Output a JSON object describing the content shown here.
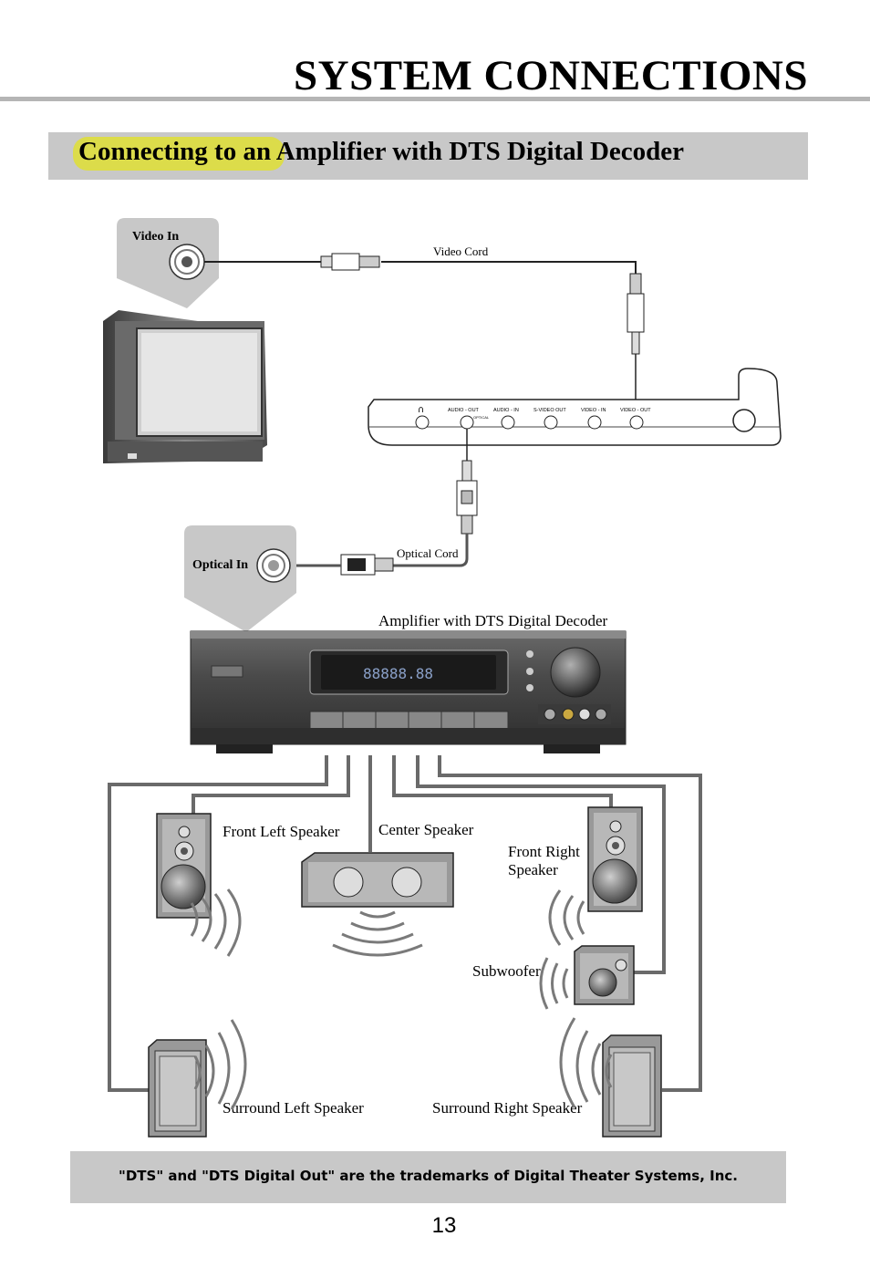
{
  "header": {
    "title": "SYSTEM CONNECTIONS",
    "section_highlight": "Connecting to an",
    "section_rest": " Amplifier with DTS Digital Decoder"
  },
  "diagram": {
    "video_in": "Video In",
    "video_cord": "Video Cord",
    "optical_in": "Optical In",
    "optical_cord": "Optical Cord",
    "amplifier": "Amplifier with DTS Digital Decoder",
    "player_ports": {
      "audio_out": "AUDIO - OUT",
      "optical": "OPTICAL",
      "audio_in": "AUDIO - IN",
      "svideo_out": "S-VIDEO OUT",
      "video_in": "VIDEO - IN",
      "video_out": "VIDEO - OUT"
    },
    "speakers": {
      "front_left": "Front Left Speaker",
      "center": "Center Speaker",
      "front_right_line1": "Front Right",
      "front_right_line2": "Speaker",
      "subwoofer": "Subwoofer",
      "surround_left": "Surround Left Speaker",
      "surround_right": "Surround Right Speaker"
    }
  },
  "footer": {
    "note": "\"DTS\" and \"DTS Digital Out\" are the trademarks of Digital Theater Systems, Inc.",
    "page_number": "13"
  },
  "colors": {
    "section_bar": "#c8c8c8",
    "highlight": "#dcdc4a",
    "device_dark": "#3a3a3a",
    "wire": "#555555"
  }
}
